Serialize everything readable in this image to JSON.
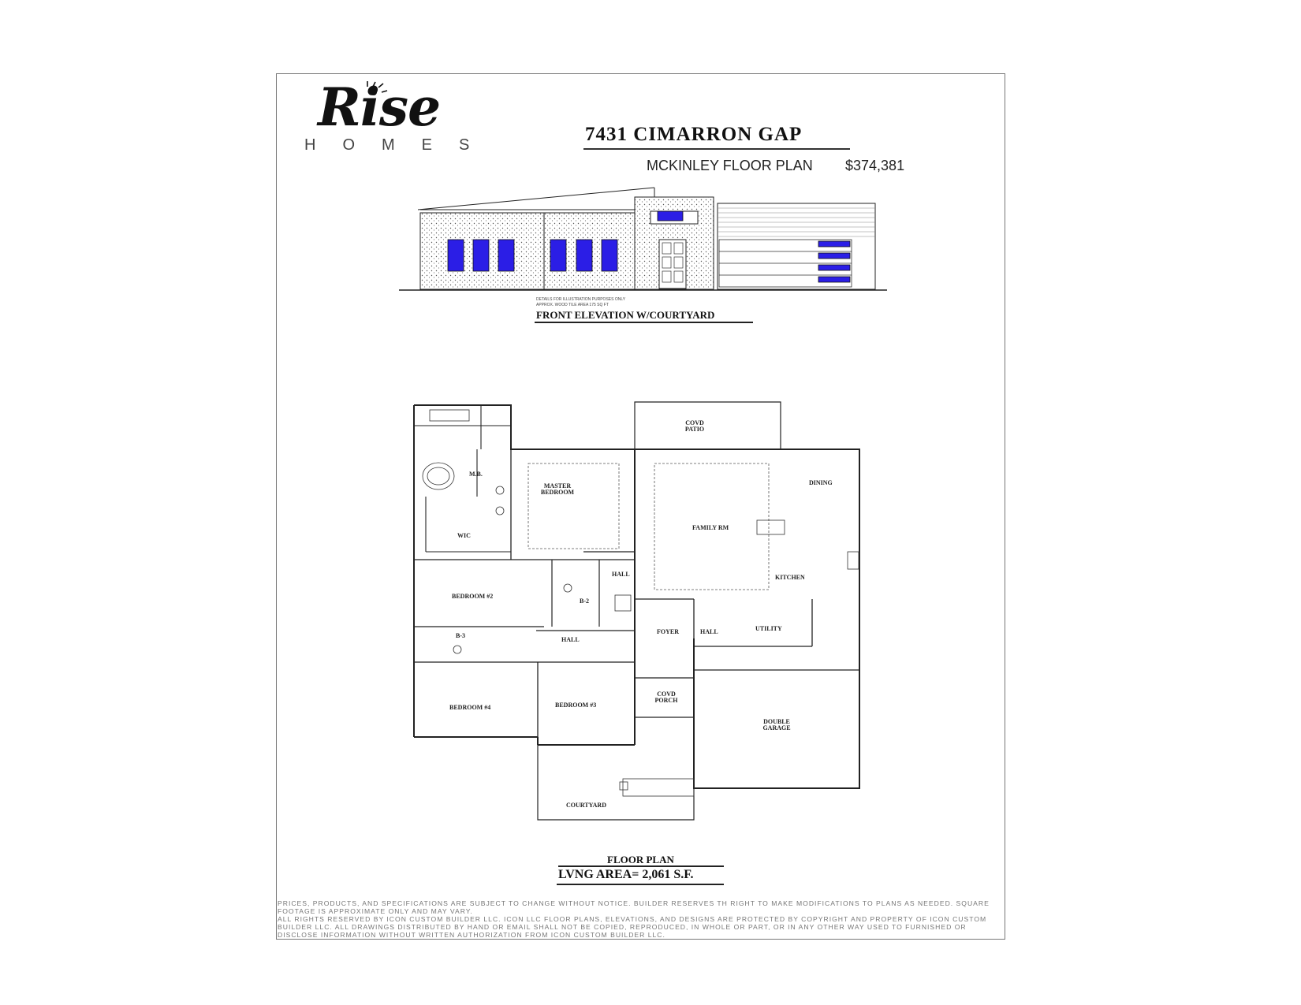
{
  "brand": {
    "logo_text": "Rise",
    "logo_sub": "HOMES"
  },
  "listing": {
    "address": "7431 CIMARRON GAP",
    "plan_name": "MCKINLEY FLOOR PLAN",
    "price": "$374,381"
  },
  "elevation": {
    "caption": "FRONT ELEVATION W/COURTYARD",
    "notes": [
      "DETAILS FOR ILLUSTRATION PURPOSES ONLY",
      "APPROX. WOOD TILE AREA 175 SQ FT"
    ]
  },
  "floor_plan": {
    "title": "FLOOR PLAN",
    "area": "LVNG AREA= 2,061 S.F.",
    "rooms": {
      "covd_patio": "COVD PATIO",
      "dining": "DINING",
      "mb": "M.B.",
      "master_bedroom": "MASTER BEDROOM",
      "wic": "WIC",
      "family_rm": "FAMILY RM",
      "kitchen": "KITCHEN",
      "hall_1": "HALL",
      "bedroom_2": "BEDROOM #2",
      "b2": "B-2",
      "b3": "B-3",
      "hall_2": "HALL",
      "foyer": "FOYER",
      "hall_3": "HALL",
      "utility": "UTILITY",
      "bedroom_4": "BEDROOM #4",
      "bedroom_3": "BEDROOM #3",
      "covd_porch": "COVD PORCH",
      "double_garage": "DOUBLE GARAGE",
      "courtyard": "COURTYARD"
    }
  },
  "disclaimer": "PRICES, PRODUCTS, AND SPECIFICATIONS ARE SUBJECT TO CHANGE WITHOUT NOTICE. BUILDER RESERVES TH RIGHT TO MAKE MODIFICATIONS TO PLANS AS NEEDED. SQUARE FOOTAGE IS APPROXIMATE ONLY AND MAY VARY.\nALL RIGHTS RESERVED BY ICON CUSTOM BUILDER LLC. ICON LLC FLOOR PLANS, ELEVATIONS, AND DESIGNS ARE PROTECTED BY COPYRIGHT AND PROPERTY OF ICON CUSTOM BUILDER LLC. ALL DRAWINGS DISTRIBUTED BY HAND OR EMAIL SHALL NOT BE COPIED, REPRODUCED, IN WHOLE OR PART, OR IN ANY OTHER WAY USED TO FURNISHED OR DISCLOSE INFORMATION WITHOUT WRITTEN AUTHORIZATION FROM ICON CUSTOM BUILDER LLC.",
  "colors": {
    "window_blue": "#2b1ee6",
    "line": "#222222"
  }
}
